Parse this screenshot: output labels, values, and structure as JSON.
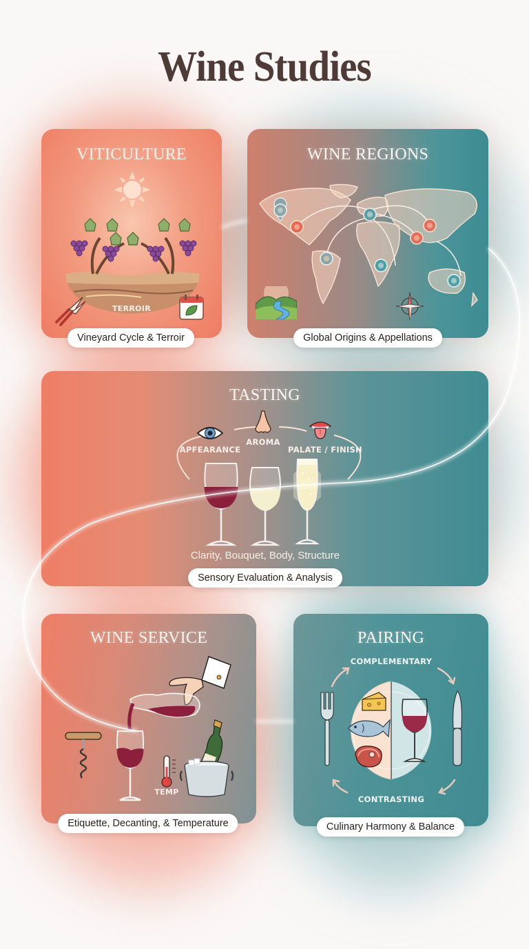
{
  "page": {
    "title": "Wine Studies"
  },
  "colors": {
    "coral": "#ef7d64",
    "teal": "#3f8c92",
    "title_brown": "#4e3a36",
    "pill_bg": "#ffffff",
    "wine_red": "#8c1f3c"
  },
  "cards": {
    "viticulture": {
      "title": "VITICULTURE",
      "label": "TERROIR",
      "pill": "Vineyard Cycle & Terroir",
      "icons": [
        "sun-icon",
        "grapevine-icon",
        "soil-layers-icon",
        "pruning-shears-icon",
        "calendar-leaf-icon"
      ]
    },
    "regions": {
      "title": "WINE REGIONS",
      "pill": "Global Origins & Appellations",
      "icons": [
        "world-map-icon",
        "location-pin-icon",
        "landscape-river-icon",
        "compass-rose-icon"
      ]
    },
    "tasting": {
      "title": "TASTING",
      "steps": [
        {
          "label": "APFEARANCE",
          "icon": "eye-icon"
        },
        {
          "label": "AROMA",
          "icon": "nose-icon"
        },
        {
          "label": "PALATE / FINISH",
          "icon": "mouth-icon"
        }
      ],
      "glasses": [
        "red-wine-glass",
        "white-wine-glass",
        "sparkling-flute"
      ],
      "subtitle": "Clarity, Bouquet, Body, Structure",
      "pill": "Sensory Evaluation & Analysis"
    },
    "service": {
      "title": "WINE SERVICE",
      "temp_label": "TEMP",
      "pill": "Etiquette, Decanting, & Temperature",
      "icons": [
        "corkscrew-icon",
        "decanter-pour-icon",
        "wine-glass-icon",
        "thermometer-icon",
        "ice-bucket-icon"
      ]
    },
    "pairing": {
      "title": "PAIRING",
      "top_label": "COMPLEMENTARY",
      "bottom_label": "CONTRASTING",
      "pill": "Culinary Harmony & Balance",
      "icons": [
        "fork-icon",
        "cheese-icon",
        "fish-icon",
        "steak-icon",
        "wine-glass-icon",
        "knife-icon"
      ]
    }
  }
}
